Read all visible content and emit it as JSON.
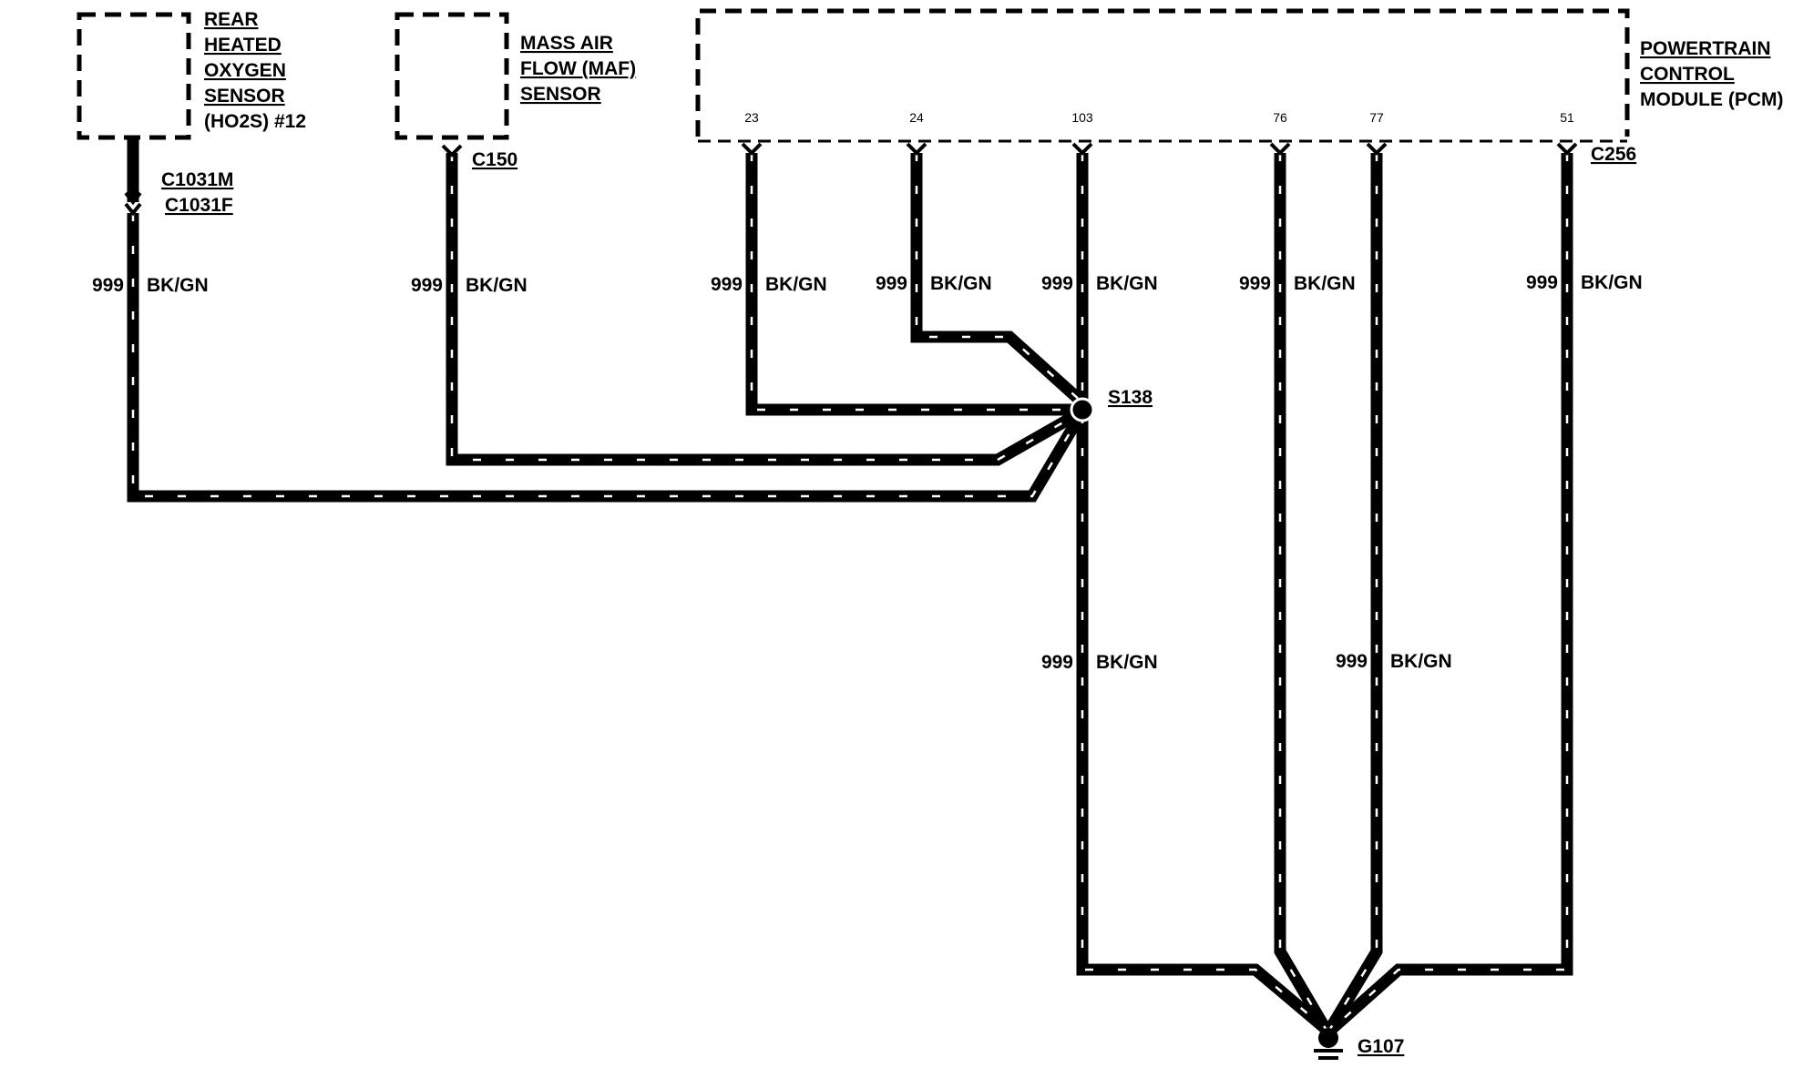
{
  "components": {
    "rear_ho2s": {
      "lines": [
        "REAR",
        "HEATED",
        "OXYGEN",
        "SENSOR",
        "(HO2S) #12"
      ]
    },
    "maf": {
      "lines": [
        "MASS AIR",
        "FLOW (MAF)",
        "SENSOR"
      ]
    },
    "pcm": {
      "lines": [
        "POWERTRAIN",
        "CONTROL",
        "MODULE (PCM)"
      ]
    }
  },
  "connectors": {
    "c1031m": "C1031M",
    "c1031f": "C1031F",
    "c150": "C150",
    "c256": "C256"
  },
  "pcm_pins": [
    "23",
    "24",
    "103",
    "76",
    "77",
    "51"
  ],
  "splice": "S138",
  "ground": "G107",
  "wire": {
    "circuit": "999",
    "color": "BK/GN"
  }
}
